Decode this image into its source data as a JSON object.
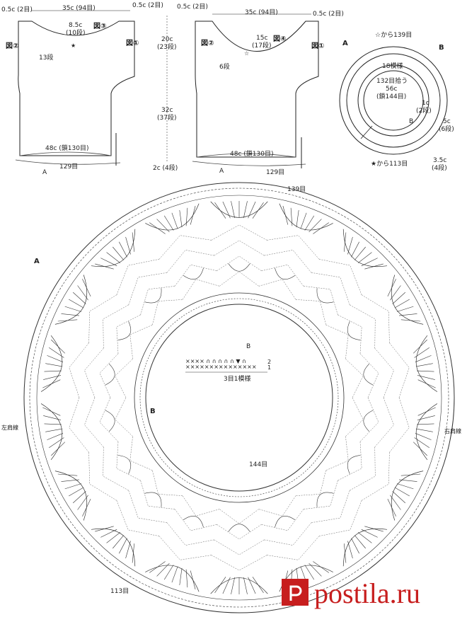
{
  "front": {
    "top_left_edge": "0.5c (2目)",
    "neck_width": "35c (94目)",
    "top_right_edge": "0.5c (2目)",
    "neck_depth": "8.5c",
    "neck_rows": "(10段)",
    "fig3": "図③",
    "fig2": "図②",
    "fig1": "図①",
    "armhole_rows": "13段",
    "hem_width": "48c (鎖130目)",
    "hem_stitches": "129目",
    "label_a": "A"
  },
  "mid": {
    "h1": "20c",
    "h1_rows": "(23段)",
    "h2": "32c",
    "h2_rows": "(37段)",
    "h3": "2c (4段)"
  },
  "back": {
    "top_left_edge": "0.5c (2目)",
    "neck_width": "35c (94目)",
    "top_right_edge": "0.5c (2目)",
    "neck_depth": "15c",
    "neck_rows": "(17段)",
    "fig4": "図④",
    "fig2": "図②",
    "fig1": "図①",
    "armhole_rows": "6段",
    "hem_width": "48c (鎖130目)",
    "hem_stitches": "129目",
    "label_a": "A"
  },
  "ring": {
    "top_count": "☆から139目",
    "label_a": "A",
    "label_b": "B",
    "repeats": "18模様",
    "picked": "132目拾う",
    "inner_size": "56c",
    "inner_chain": "(鎖144目)",
    "band_b": "1c",
    "band_b_rows": "(2段)",
    "label_b_inner": "B",
    "band_a": "5c",
    "band_a_rows": "(6段)",
    "outer_band": "3.5c",
    "outer_band_rows": "(4段)",
    "bottom_count": "★から113目"
  },
  "chart": {
    "top_count": "139目",
    "label_a": "A",
    "label_b": "B",
    "left_shoulder": "左肩線",
    "right_shoulder": "右肩線",
    "inner_count": "144目",
    "bottom_count": "113目",
    "repeat_label": "3目1模様",
    "legend_b": "B",
    "row_mark_2": "2",
    "row_mark_1": "1"
  },
  "watermark": {
    "site": "postila.ru",
    "color": "#c71e1e"
  }
}
